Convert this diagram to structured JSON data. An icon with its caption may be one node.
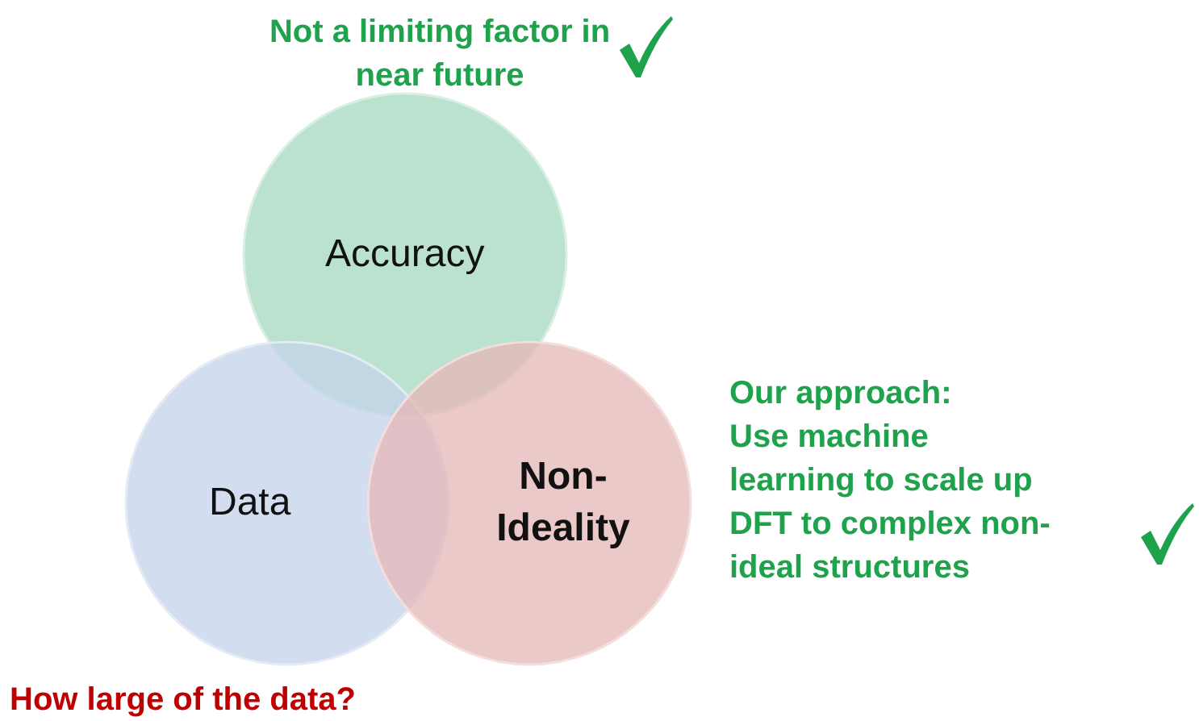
{
  "diagram": {
    "nodes": [
      {
        "text": [
          "Accuracy"
        ],
        "beside": [
          "Not a limiting factor in near future"
        ]
      },
      {
        "text": [
          "Data"
        ],
        "beside": [
          "How large of the data?"
        ]
      },
      {
        "text": [
          "Non-Ideality"
        ],
        "beside": [
          "Our approach:",
          "Use machine learning to scale up DFT to complex non-ideal structures"
        ]
      }
    ],
    "edges": []
  }
}
